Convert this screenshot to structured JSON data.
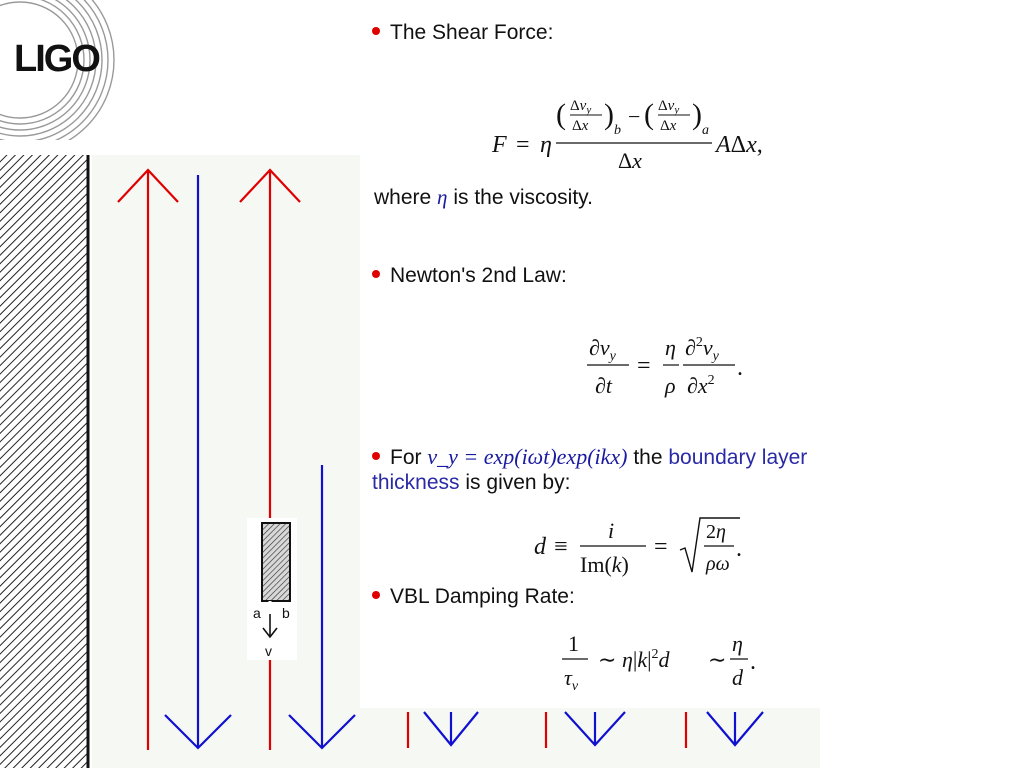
{
  "logo": {
    "text": "LIGO"
  },
  "bullets": {
    "shear_heading": "The Shear Force:",
    "where_prefix": "where",
    "where_symbol": "η",
    "where_suffix": "is the viscosity.",
    "newton_heading": "Newton's 2nd Law:",
    "for_prefix": "For",
    "for_expr": "v_y = exp(iωt)exp(ikx)",
    "for_the": "the",
    "for_blue": "boundary layer",
    "thickness_blue": "thickness",
    "thickness_rest": "is given by:",
    "vbl_heading": "VBL Damping Rate:"
  },
  "diagram": {
    "plate_label_a": "a",
    "plate_label_b": "b",
    "velocity_label": "v"
  },
  "colors": {
    "red": "#e00000",
    "blue": "#1010d0",
    "bullet": "#e00000",
    "math": "#1a1aa0"
  }
}
